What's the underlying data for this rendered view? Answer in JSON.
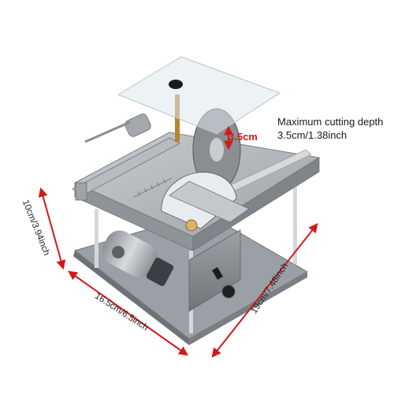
{
  "caption": {
    "title": "Maximum cutting depth",
    "value": "3.5cm/1.38inch"
  },
  "dimensions": {
    "cut_depth": "3.5cm",
    "height": "10cm/3.94inch",
    "width": "16.5cm/6.5inch",
    "depth": "19cm/7.48inch"
  },
  "colors": {
    "arrow": "#d21919",
    "table": "#a9adb2",
    "table_shadow": "#7d8287",
    "blade": "#8a8e93",
    "acrylic": "#dfe7ec",
    "motor": "#b7bbbf"
  }
}
